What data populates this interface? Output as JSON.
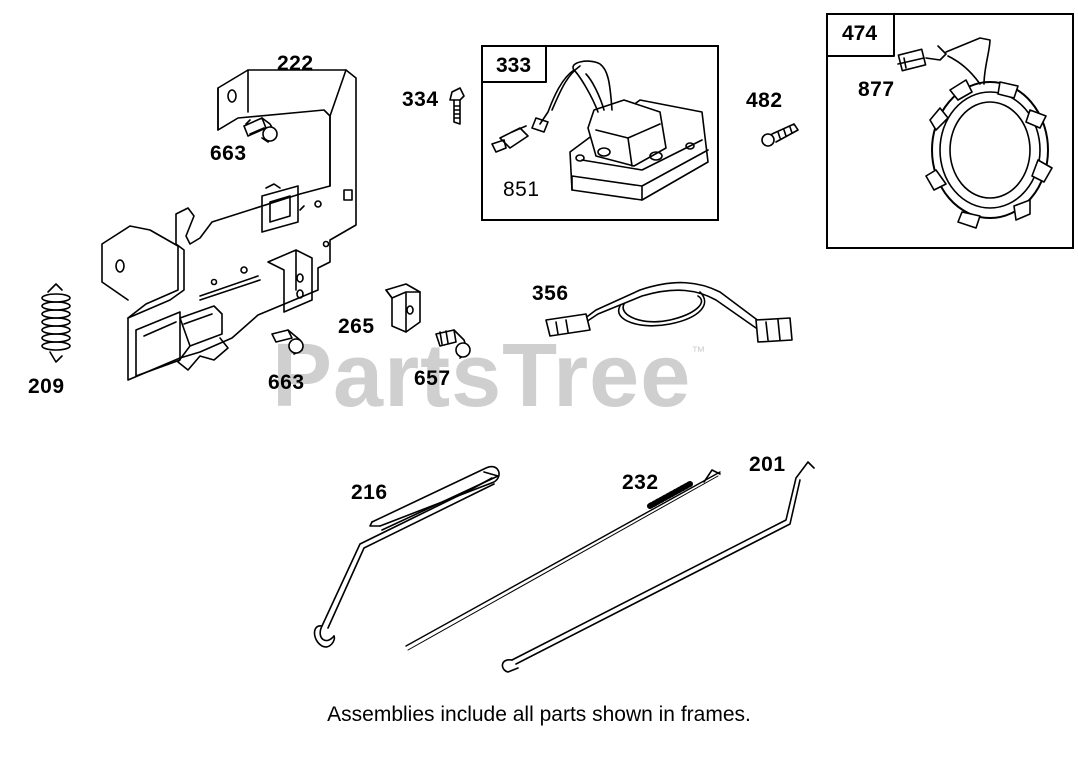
{
  "watermark": {
    "text": "PartsTree",
    "mark": "™"
  },
  "frames": [
    {
      "id": "frame-333",
      "label": "333"
    },
    {
      "id": "frame-474",
      "label": "474"
    }
  ],
  "labels": {
    "p222": "222",
    "p663a": "663",
    "p334": "334",
    "p851": "851",
    "p482": "482",
    "p877": "877",
    "p209": "209",
    "p265": "265",
    "p663b": "663",
    "p657": "657",
    "p356": "356",
    "p216": "216",
    "p232": "232",
    "p201": "201"
  },
  "caption": "Assemblies include all parts shown in frames."
}
